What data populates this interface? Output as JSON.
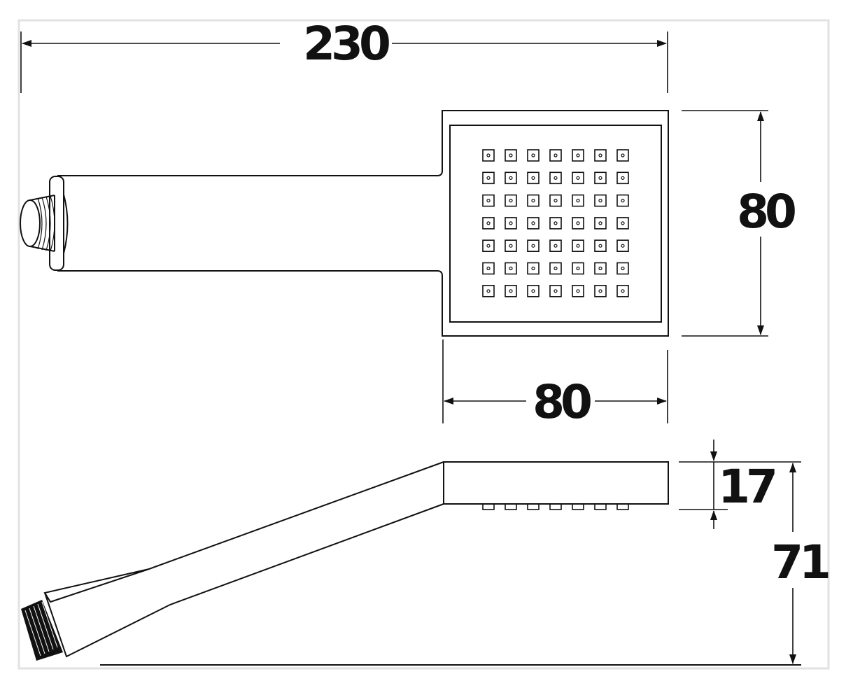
{
  "dimensions": {
    "total_length": "230",
    "head_height": "80",
    "head_width": "80",
    "head_thickness": "17",
    "overall_height": "71"
  },
  "nozzle_grid": {
    "rows": 7,
    "cols": 7
  }
}
